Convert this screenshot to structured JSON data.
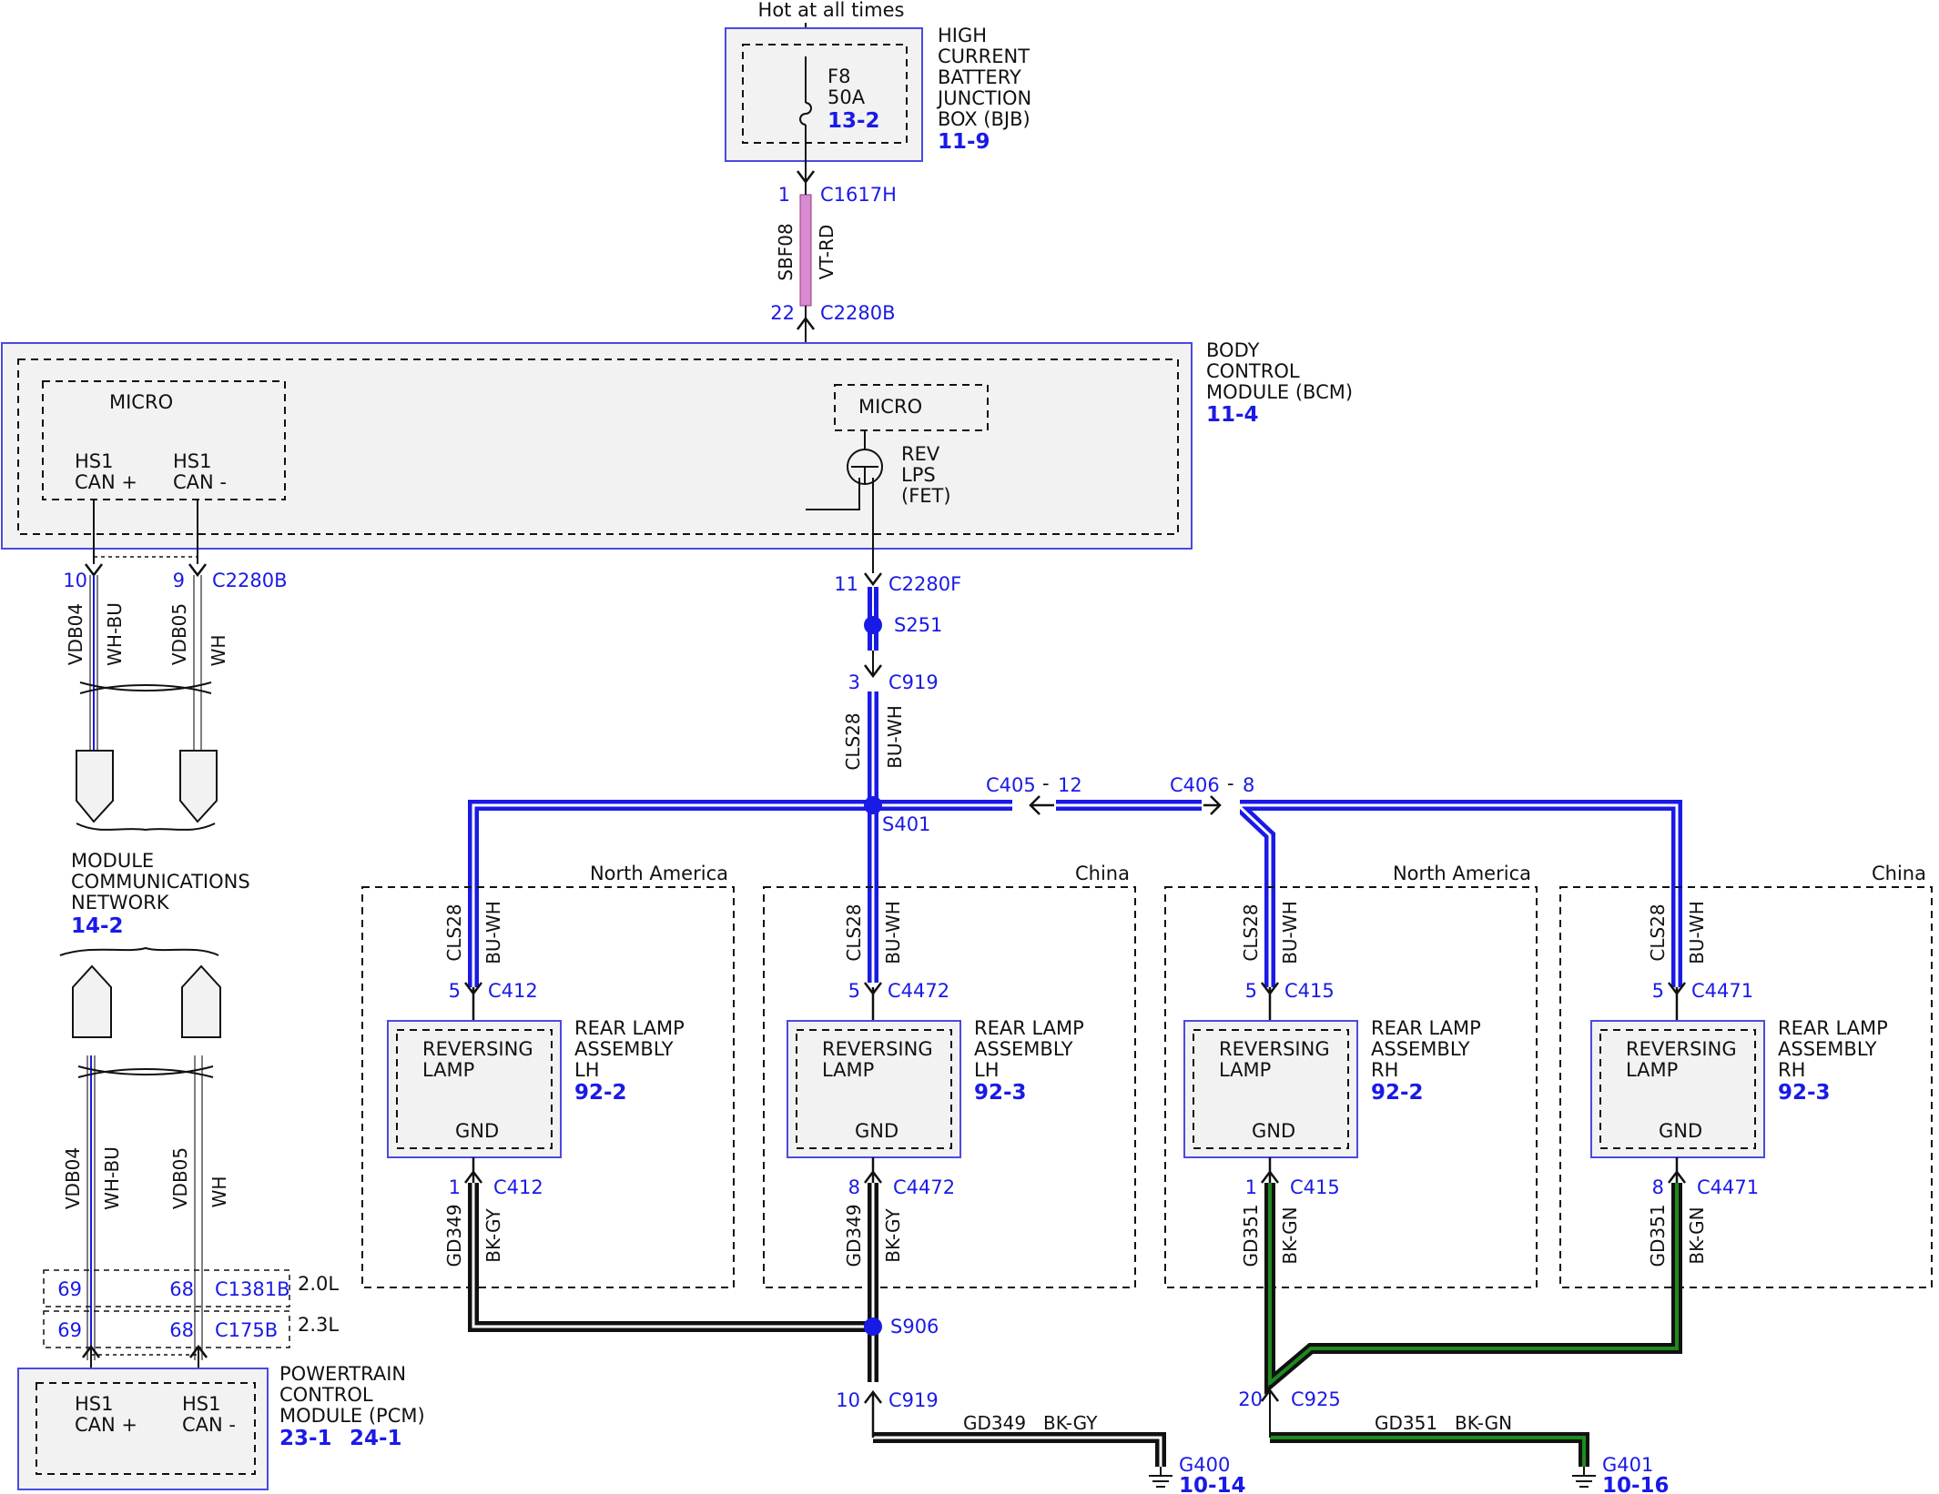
{
  "supply": {
    "label": "Hot at all times"
  },
  "bjb": {
    "fuse": "F8",
    "amps": "50A",
    "fuse_ref": "13-2",
    "name": [
      "HIGH",
      "CURRENT",
      "BATTERY",
      "JUNCTION",
      "BOX (BJB)"
    ],
    "ref": "11-9"
  },
  "fuse_wire": {
    "top_pin": "1",
    "top_conn": "C1617H",
    "circuit": "SBF08",
    "color": "VT-RD",
    "bot_pin": "22",
    "bot_conn": "C2280B"
  },
  "bcm": {
    "name": [
      "BODY",
      "CONTROL",
      "MODULE (BCM)"
    ],
    "ref": "11-4",
    "micro_left": "MICRO",
    "micro_right": "MICRO",
    "can_plus": [
      "HS1",
      "CAN +"
    ],
    "can_minus": [
      "HS1",
      "CAN -"
    ],
    "fet": [
      "REV",
      "LPS",
      "(FET)"
    ]
  },
  "can_upper": {
    "pin_plus": "10",
    "pin_minus": "9",
    "conn": "C2280B",
    "circ_plus": "VDB04",
    "color_plus": "WH-BU",
    "circ_minus": "VDB05",
    "color_minus": "WH"
  },
  "network": {
    "name": [
      "MODULE",
      "COMMUNICATIONS",
      "NETWORK"
    ],
    "ref": "14-2"
  },
  "can_lower": {
    "circ_plus": "VDB04",
    "color_plus": "WH-BU",
    "circ_minus": "VDB05",
    "color_minus": "WH",
    "row1": {
      "pin_plus": "69",
      "pin_minus": "68",
      "conn": "C1381B",
      "engine": "2.0L"
    },
    "row2": {
      "pin_plus": "69",
      "pin_minus": "68",
      "conn": "C175B",
      "engine": "2.3L"
    }
  },
  "pcm": {
    "name": [
      "POWERTRAIN",
      "CONTROL",
      "MODULE (PCM)"
    ],
    "refs": [
      "23-1",
      "24-1"
    ],
    "can_plus": [
      "HS1",
      "CAN +"
    ],
    "can_minus": [
      "HS1",
      "CAN -"
    ]
  },
  "main_feed": {
    "c2280f_pin": "11",
    "c2280f": "C2280F",
    "splice1": "S251",
    "c919_pin": "3",
    "c919": "C919",
    "circuit": "CLS28",
    "color": "BU-WH",
    "splice2": "S401",
    "c405": "C405",
    "c405_pin": "12",
    "c406": "C406",
    "c406_pin": "8"
  },
  "lamps": [
    {
      "region": "North America",
      "circuit": "CLS28",
      "color": "BU-WH",
      "in_pin": "5",
      "in_conn": "C412",
      "lamp": [
        "REVERSING",
        "LAMP"
      ],
      "gnd": "GND",
      "assy": [
        "REAR LAMP",
        "ASSEMBLY",
        "LH"
      ],
      "ref": "92-2",
      "out_pin": "1",
      "out_conn": "C412",
      "gnd_circuit": "GD349",
      "gnd_color": "BK-GY"
    },
    {
      "region": "China",
      "circuit": "CLS28",
      "color": "BU-WH",
      "in_pin": "5",
      "in_conn": "C4472",
      "lamp": [
        "REVERSING",
        "LAMP"
      ],
      "gnd": "GND",
      "assy": [
        "REAR LAMP",
        "ASSEMBLY",
        "LH"
      ],
      "ref": "92-3",
      "out_pin": "8",
      "out_conn": "C4472",
      "gnd_circuit": "GD349",
      "gnd_color": "BK-GY"
    },
    {
      "region": "North America",
      "circuit": "CLS28",
      "color": "BU-WH",
      "in_pin": "5",
      "in_conn": "C415",
      "lamp": [
        "REVERSING",
        "LAMP"
      ],
      "gnd": "GND",
      "assy": [
        "REAR LAMP",
        "ASSEMBLY",
        "RH"
      ],
      "ref": "92-2",
      "out_pin": "1",
      "out_conn": "C415",
      "gnd_circuit": "GD351",
      "gnd_color": "BK-GN"
    },
    {
      "region": "China",
      "circuit": "CLS28",
      "color": "BU-WH",
      "in_pin": "5",
      "in_conn": "C4471",
      "lamp": [
        "REVERSING",
        "LAMP"
      ],
      "gnd": "GND",
      "assy": [
        "REAR LAMP",
        "ASSEMBLY",
        "RH"
      ],
      "ref": "92-3",
      "out_pin": "8",
      "out_conn": "C4471",
      "gnd_circuit": "GD351",
      "gnd_color": "BK-GN"
    }
  ],
  "ground_left": {
    "splice": "S906",
    "c919_pin": "10",
    "c919": "C919",
    "circuit": "GD349",
    "color": "BK-GY",
    "ground": "G400",
    "ref": "10-14"
  },
  "ground_right": {
    "c925_pin": "20",
    "c925": "C925",
    "circuit": "GD351",
    "color": "BK-GN",
    "ground": "G401",
    "ref": "10-16"
  },
  "colors": {
    "blue_wire": "#1a1ae6",
    "pink_wire": "#d98ad0",
    "green_wire": "#1f8a1f",
    "module_fill": "#f2f2f2",
    "module_border": "#4a4ae0"
  }
}
